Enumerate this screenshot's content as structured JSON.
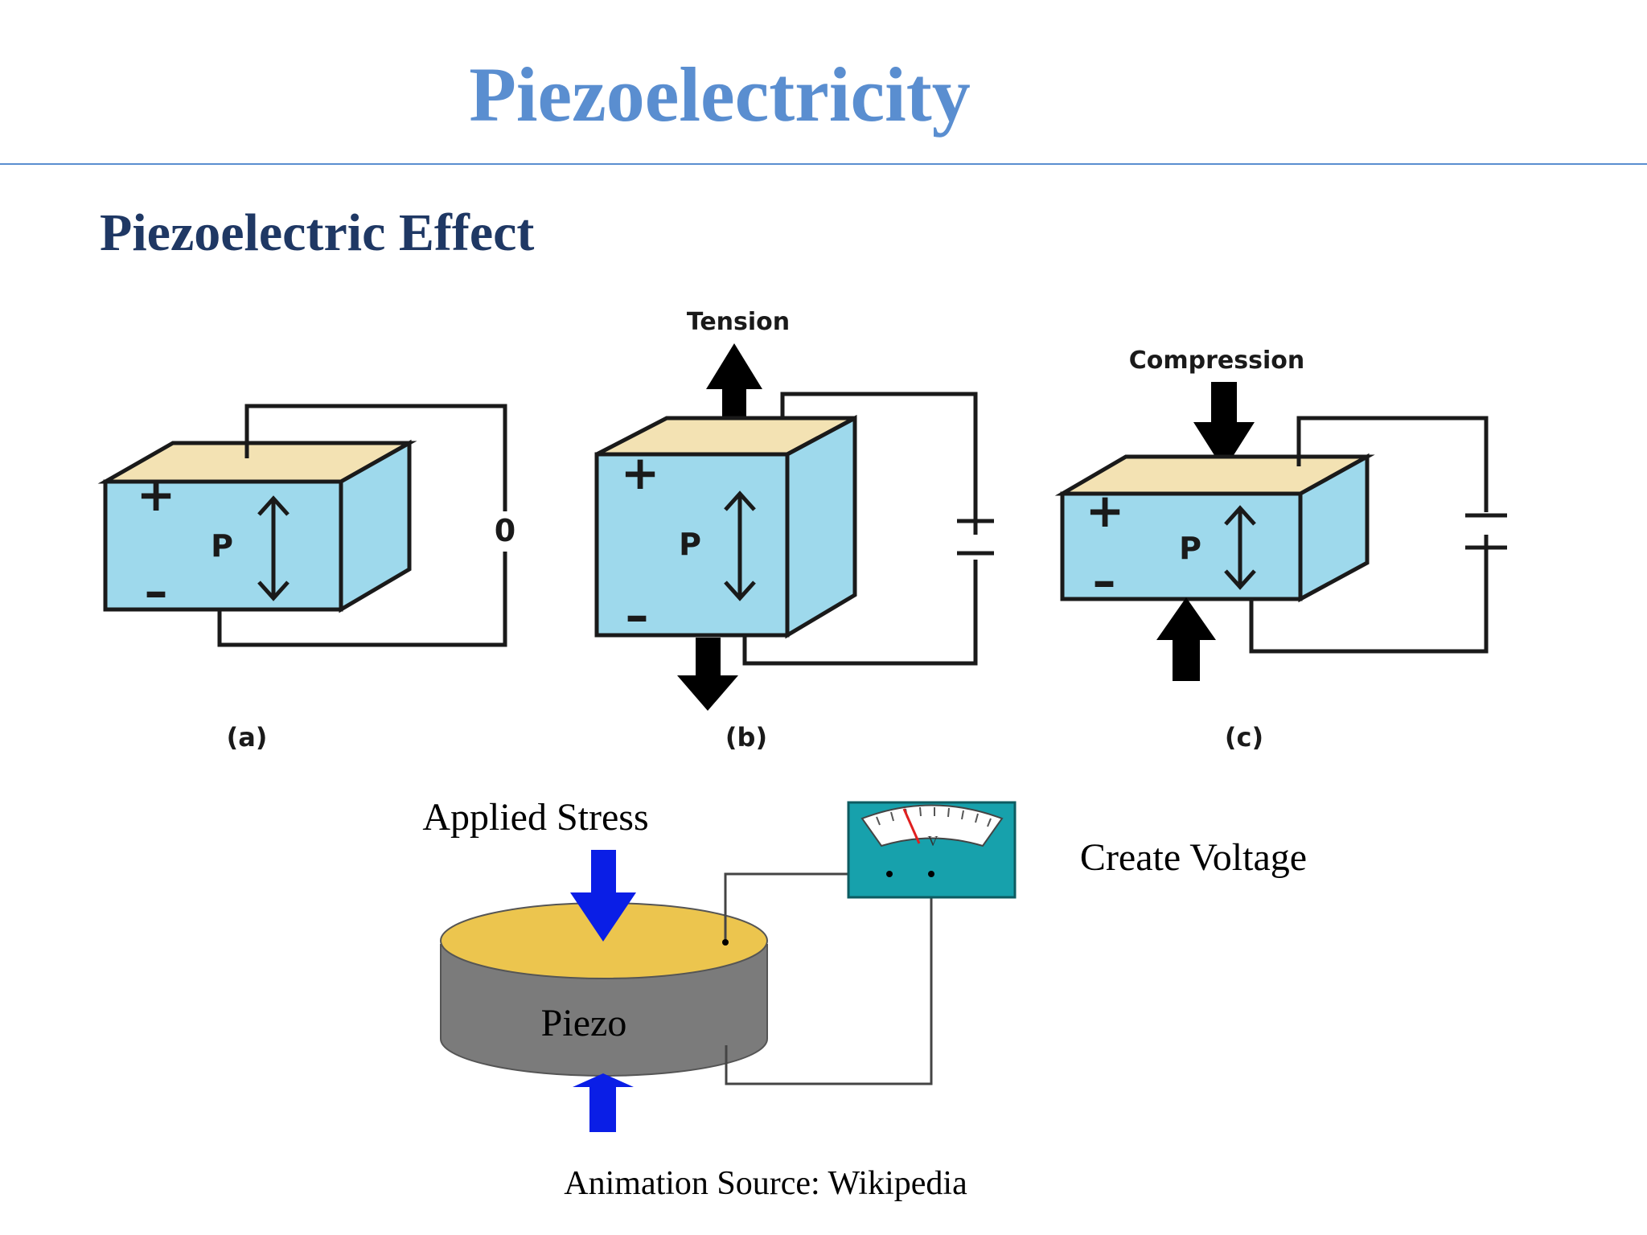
{
  "slide": {
    "title": "Piezoelectricity",
    "subtitle": "Piezoelectric Effect"
  },
  "diagram_top": {
    "panel_a": {
      "caption": "(a)",
      "crystal_label": "P",
      "plus": "+",
      "minus": "–",
      "meter_reading": "0"
    },
    "panel_b": {
      "caption": "(b)",
      "force_label": "Tension",
      "crystal_label": "P",
      "plus": "+",
      "minus": "–"
    },
    "panel_c": {
      "caption": "(c)",
      "force_label": "Compression",
      "crystal_label": "P",
      "plus": "+",
      "minus": "–"
    }
  },
  "diagram_bottom": {
    "stress_label": "Applied Stress",
    "disc_label": "Piezo",
    "meter_symbol": "V",
    "output_label": "Create Voltage",
    "source_label": "Animation Source: Wikipedia"
  },
  "colors": {
    "title": "#5a8ed0",
    "subtitle": "#1f3864",
    "crystal_face": "#9ed9ec",
    "crystal_top": "#f3e2b3",
    "piezo_top": "#ecc54e",
    "piezo_side": "#7b7b7b",
    "meter_body": "#17a1ac",
    "stress_arrow": "#0a1ee6"
  }
}
